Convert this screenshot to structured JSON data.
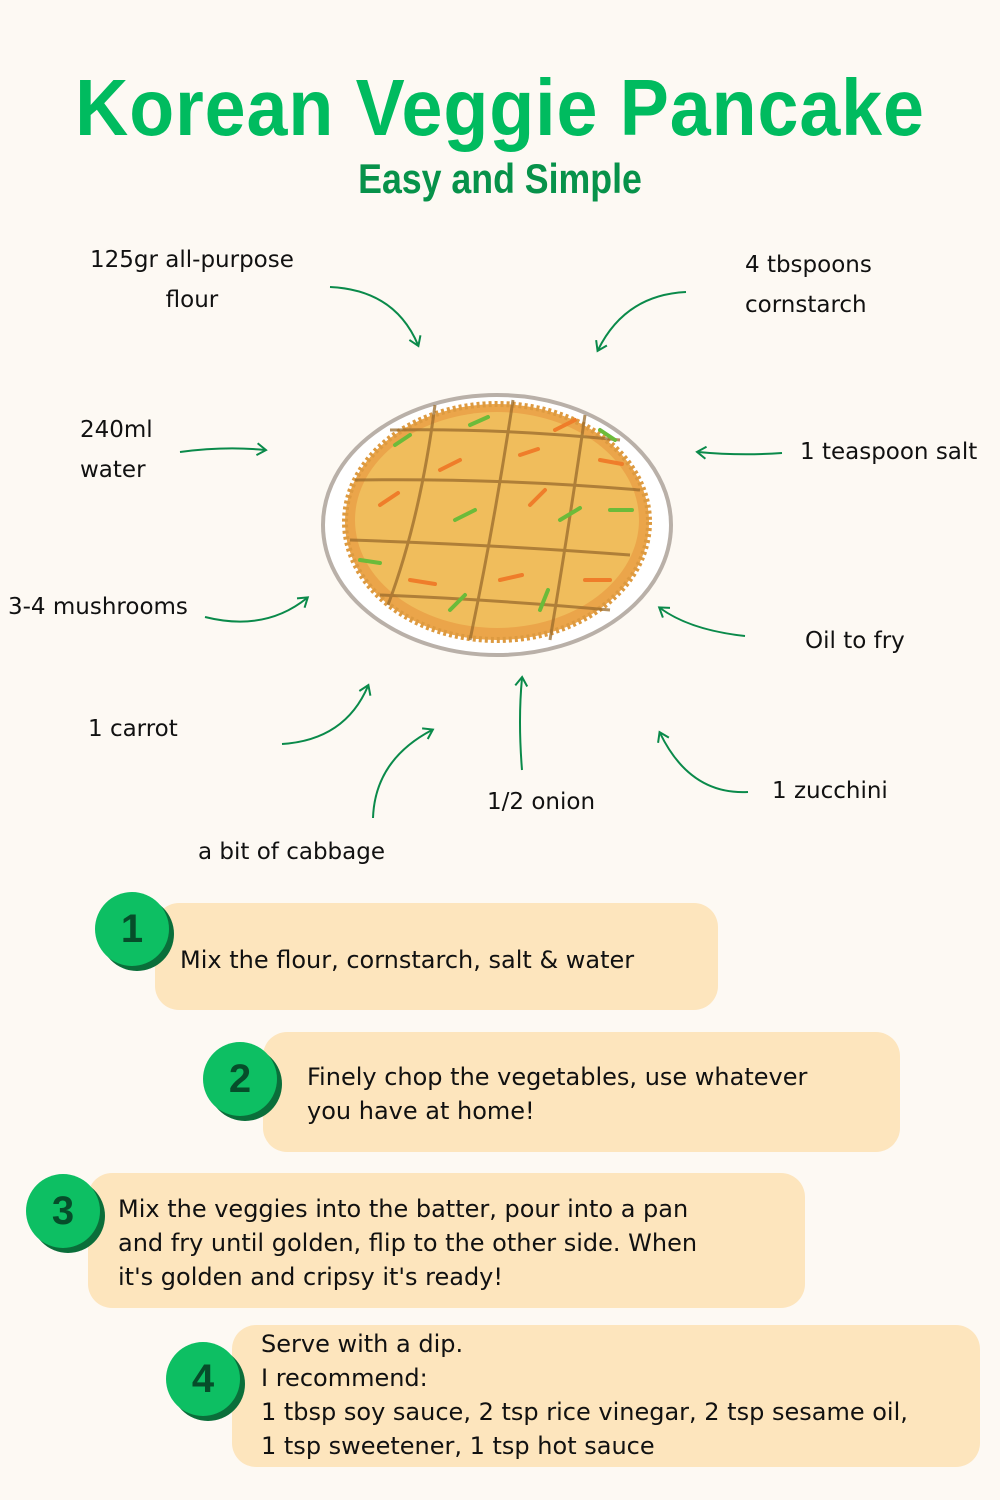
{
  "header": {
    "title": "Korean Veggie Pancake",
    "subtitle": "Easy and Simple"
  },
  "ingredients": [
    {
      "line1": "125gr all-purpose",
      "line2": "flour"
    },
    {
      "line1": "4 tbspoons",
      "line2": "cornstarch"
    },
    {
      "line1": "240ml",
      "line2": "water"
    },
    {
      "line1": "1 teaspoon salt"
    },
    {
      "line1": "3-4 mushrooms"
    },
    {
      "line1": "Oil to fry"
    },
    {
      "line1": "1 carrot"
    },
    {
      "line1": "1 zucchini"
    },
    {
      "line1": "1/2 onion"
    },
    {
      "line1": "a bit of cabbage"
    }
  ],
  "steps": [
    {
      "number": "1",
      "lines": [
        "Mix the flour, cornstarch, salt & water"
      ]
    },
    {
      "number": "2",
      "lines": [
        "Finely chop the vegetables, use whatever",
        "you have at home!"
      ]
    },
    {
      "number": "3",
      "lines": [
        "Mix the veggies into the batter, pour into a pan",
        "and fry until golden, flip to the other side. When",
        "it's golden and cripsy it's ready!"
      ]
    },
    {
      "number": "4",
      "lines": [
        "Serve with a dip.",
        "I recommend:",
        "1 tbsp soy sauce, 2 tsp rice vinegar, 2 tsp sesame oil,",
        "1 tsp sweetener, 1 tsp hot sauce"
      ]
    }
  ],
  "colors": {
    "background": "#fdf9f3",
    "title": "#00bb5f",
    "accent": "#0dbf63",
    "card": "#fde5bd"
  }
}
